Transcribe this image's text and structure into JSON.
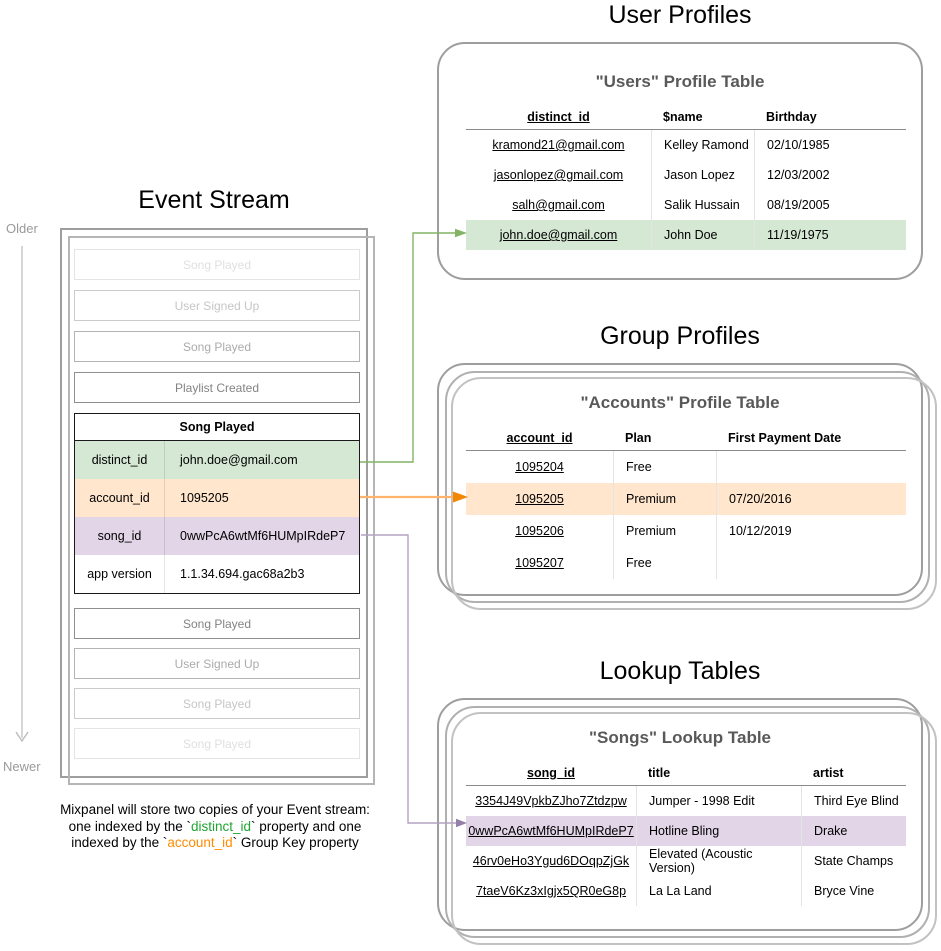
{
  "titles": {
    "event_stream": "Event Stream",
    "user_profiles": "User Profiles",
    "group_profiles": "Group Profiles",
    "lookup_tables": "Lookup Tables"
  },
  "timeline": {
    "older": "Older",
    "newer": "Newer"
  },
  "event_stream": {
    "items_before": [
      {
        "label": "Song Played"
      },
      {
        "label": "User Signed Up"
      },
      {
        "label": "Song Played"
      },
      {
        "label": "Playlist Created"
      }
    ],
    "selected_event": {
      "title": "Song Played",
      "properties": [
        {
          "key": "distinct_id",
          "value": "john.doe@gmail.com",
          "highlight": "green"
        },
        {
          "key": "account_id",
          "value": "1095205",
          "highlight": "orange"
        },
        {
          "key": "song_id",
          "value": "0wwPcA6wtMf6HUMpIRdeP7",
          "highlight": "purple"
        },
        {
          "key": "app version",
          "value": "1.1.34.694.gac68a2b3",
          "highlight": "none"
        }
      ]
    },
    "items_after": [
      {
        "label": "Song Played"
      },
      {
        "label": "User Signed Up"
      },
      {
        "label": "Song Played"
      },
      {
        "label": "Song Played"
      }
    ]
  },
  "caption": {
    "line1": "Mixpanel will store two copies of your Event stream:",
    "line2_pre": "one indexed by the `",
    "line2_key": "distinct_id",
    "line2_post": "` property and one",
    "line3_pre": "indexed by the `",
    "line3_key": "account_id",
    "line3_post": "` Group Key property"
  },
  "cards": {
    "users": {
      "subtitle": "\"Users\" Profile Table",
      "columns": [
        "distinct_id",
        "$name",
        "Birthday"
      ],
      "rows": [
        [
          "kramond21@gmail.com",
          "Kelley Ramond",
          "02/10/1985"
        ],
        [
          "jasonlopez@gmail.com",
          "Jason Lopez",
          "12/03/2002"
        ],
        [
          "salh@gmail.com",
          "Salik Hussain",
          "08/19/2005"
        ],
        [
          "john.doe@gmail.com",
          "John Doe",
          "11/19/1975"
        ]
      ],
      "highlight_row": 3,
      "highlight_color": "#d5e8d4"
    },
    "accounts": {
      "subtitle": "\"Accounts\" Profile Table",
      "columns": [
        "account_id",
        "Plan",
        "First Payment Date"
      ],
      "rows": [
        [
          "1095204",
          "Free",
          ""
        ],
        [
          "1095205",
          "Premium",
          "07/20/2016"
        ],
        [
          "1095206",
          "Premium",
          "10/12/2019"
        ],
        [
          "1095207",
          "Free",
          ""
        ]
      ],
      "highlight_row": 1,
      "highlight_color": "#ffe6cc"
    },
    "songs": {
      "subtitle": "\"Songs\" Lookup Table",
      "columns": [
        "song_id",
        "title",
        "artist"
      ],
      "rows": [
        [
          "3354J49VpkbZJho7Ztdzpw",
          "Jumper - 1998 Edit",
          "Third Eye Blind"
        ],
        [
          "0wwPcA6wtMf6HUMpIRdeP7",
          "Hotline Bling",
          "Drake"
        ],
        [
          "46rv0eHo3Ygud6DOqpZjGk",
          "Elevated (Acoustic Version)",
          "State Champs"
        ],
        [
          "7taeV6Kz3xIgjx5QR0eG8p",
          "La La Land",
          "Bryce Vine"
        ]
      ],
      "highlight_row": 1,
      "highlight_color": "#e1d5e7"
    }
  },
  "colors": {
    "highlight_green": "#d5e8d4",
    "highlight_orange": "#ffe6cc",
    "highlight_purple": "#e1d5e7",
    "arrow_green": "#82b366",
    "arrow_orange_line": "#ffb36b",
    "arrow_orange_head": "#f28705",
    "arrow_purple_line": "#b3a3c4",
    "arrow_purple_head": "#9680a8",
    "caption_green": "#21a333",
    "caption_orange": "#ff8c00",
    "card_border": "#9e9e9e"
  }
}
